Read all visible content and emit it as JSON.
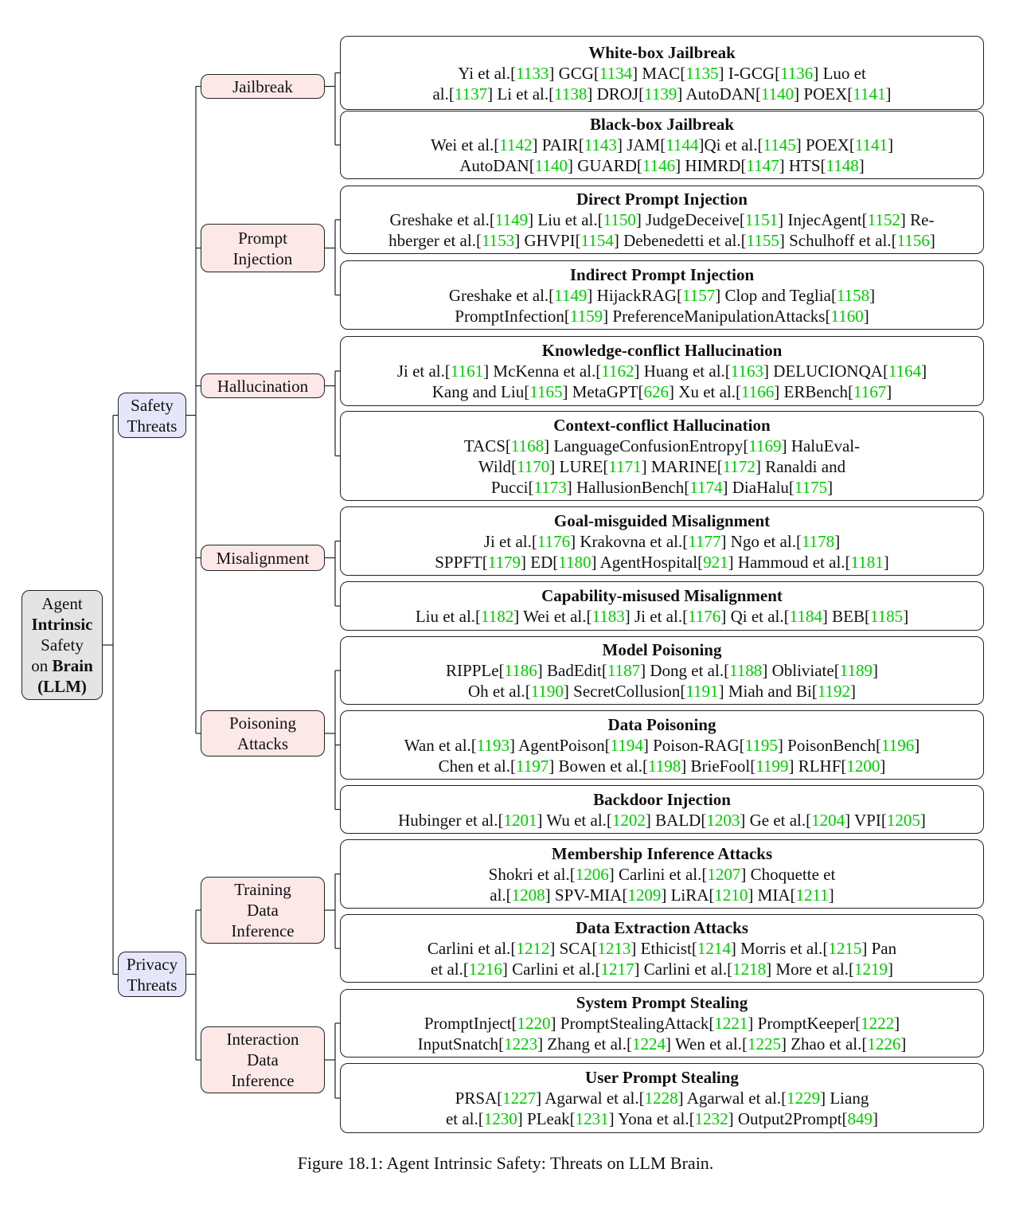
{
  "root": {
    "line1": "Agent",
    "line2": "Intrinsic",
    "line3": "Safety",
    "line4a": "on ",
    "line4b": "Brain",
    "line5": "(LLM)"
  },
  "categories": [
    {
      "label": [
        "Safety",
        "Threats"
      ]
    },
    {
      "label": [
        "Privacy",
        "Threats"
      ]
    }
  ],
  "subcategories": [
    {
      "label": [
        "Jailbreak"
      ]
    },
    {
      "label": [
        "Prompt",
        "Injection"
      ]
    },
    {
      "label": [
        "Hallucination"
      ]
    },
    {
      "label": [
        "Misalignment"
      ]
    },
    {
      "label": [
        "Poisoning",
        "Attacks"
      ]
    },
    {
      "label": [
        "Training",
        "Data",
        "Inference"
      ]
    },
    {
      "label": [
        "Interaction",
        "Data",
        "Inference"
      ]
    }
  ],
  "leaves": [
    {
      "title": "White-box Jailbreak",
      "lines": [
        [
          [
            "Yi et al.",
            "1133"
          ],
          [
            "GCG",
            "1134"
          ],
          [
            "MAC",
            "1135"
          ],
          [
            "I-GCG",
            "1136"
          ],
          [
            "Luo et",
            ""
          ]
        ],
        [
          [
            "al.",
            "1137"
          ],
          [
            "Li et al.",
            "1138"
          ],
          [
            "DROJ",
            "1139"
          ],
          [
            "AutoDAN",
            "1140"
          ],
          [
            "POEX",
            "1141"
          ]
        ]
      ]
    },
    {
      "title": "Black-box Jailbreak",
      "lines": [
        [
          [
            "Wei et al.",
            "1142"
          ],
          [
            "PAIR",
            "1143"
          ],
          [
            "JAM",
            "1144"
          ],
          [
            "Qi et al.",
            "1145"
          ],
          [
            "POEX",
            "1141"
          ]
        ],
        [
          [
            "AutoDAN",
            "1140"
          ],
          [
            "GUARD",
            "1146"
          ],
          [
            "HIMRD",
            "1147"
          ],
          [
            "HTS",
            "1148"
          ]
        ]
      ]
    },
    {
      "title": "Direct Prompt Injection",
      "lines": [
        [
          [
            "Greshake et al.",
            "1149"
          ],
          [
            "Liu et al.",
            "1150"
          ],
          [
            "JudgeDeceive",
            "1151"
          ],
          [
            "InjecAgent",
            "1152"
          ],
          [
            "Re-",
            ""
          ]
        ],
        [
          [
            "hberger et al.",
            "1153"
          ],
          [
            "GHVPI",
            "1154"
          ],
          [
            "Debenedetti et al.",
            "1155"
          ],
          [
            "Schulhoff et al.",
            "1156"
          ]
        ]
      ]
    },
    {
      "title": "Indirect Prompt Injection",
      "lines": [
        [
          [
            "Greshake et al.",
            "1149"
          ],
          [
            "HijackRAG",
            "1157"
          ],
          [
            "Clop and Teglia",
            "1158"
          ]
        ],
        [
          [
            "PromptInfection",
            "1159"
          ],
          [
            "PreferenceManipulationAttacks",
            "1160"
          ]
        ]
      ]
    },
    {
      "title": "Knowledge-conflict Hallucination",
      "lines": [
        [
          [
            "Ji et al.",
            "1161"
          ],
          [
            "McKenna et al.",
            "1162"
          ],
          [
            "Huang et al.",
            "1163"
          ],
          [
            "DELUCIONQA",
            "1164"
          ]
        ],
        [
          [
            "Kang and Liu",
            "1165"
          ],
          [
            "MetaGPT",
            "626"
          ],
          [
            "Xu et al.",
            "1166"
          ],
          [
            "ERBench",
            "1167"
          ]
        ]
      ]
    },
    {
      "title": "Context-conflict Hallucination",
      "lines": [
        [
          [
            "TACS",
            "1168"
          ],
          [
            "LanguageConfusionEntropy",
            "1169"
          ],
          [
            "HaluEval-",
            ""
          ]
        ],
        [
          [
            "Wild",
            "1170"
          ],
          [
            "LURE",
            "1171"
          ],
          [
            "MARINE",
            "1172"
          ],
          [
            "Ranaldi and",
            ""
          ]
        ],
        [
          [
            "Pucci",
            "1173"
          ],
          [
            "HallusionBench",
            "1174"
          ],
          [
            "DiaHalu",
            "1175"
          ]
        ]
      ]
    },
    {
      "title": "Goal-misguided Misalignment",
      "lines": [
        [
          [
            "Ji et al.",
            "1176"
          ],
          [
            "Krakovna et al.",
            "1177"
          ],
          [
            "Ngo et al.",
            "1178"
          ]
        ],
        [
          [
            "SPPFT",
            "1179"
          ],
          [
            "ED",
            "1180"
          ],
          [
            "AgentHospital",
            "921"
          ],
          [
            "Hammoud et al.",
            "1181"
          ]
        ]
      ]
    },
    {
      "title": "Capability-misused Misalignment",
      "lines": [
        [
          [
            "Liu et al.",
            "1182"
          ],
          [
            "Wei et al.",
            "1183"
          ],
          [
            "Ji et al.",
            "1176"
          ],
          [
            "Qi et al.",
            "1184"
          ],
          [
            "BEB",
            "1185"
          ]
        ]
      ]
    },
    {
      "title": "Model Poisoning",
      "lines": [
        [
          [
            "RIPPLe",
            "1186"
          ],
          [
            "BadEdit",
            "1187"
          ],
          [
            "Dong et al.",
            "1188"
          ],
          [
            "Obliviate",
            "1189"
          ]
        ],
        [
          [
            "Oh et al.",
            "1190"
          ],
          [
            "SecretCollusion",
            "1191"
          ],
          [
            "Miah and Bi",
            "1192"
          ]
        ]
      ]
    },
    {
      "title": "Data Poisoning",
      "lines": [
        [
          [
            "Wan et al.",
            "1193"
          ],
          [
            "AgentPoison",
            "1194"
          ],
          [
            "Poison-RAG",
            "1195"
          ],
          [
            "PoisonBench",
            "1196"
          ]
        ],
        [
          [
            "Chen et al.",
            "1197"
          ],
          [
            "Bowen et al.",
            "1198"
          ],
          [
            "BrieFool",
            "1199"
          ],
          [
            "RLHF",
            "1200"
          ]
        ]
      ]
    },
    {
      "title": "Backdoor Injection",
      "lines": [
        [
          [
            "Hubinger et al.",
            "1201"
          ],
          [
            "Wu et al.",
            "1202"
          ],
          [
            "BALD",
            "1203"
          ],
          [
            "Ge et al.",
            "1204"
          ],
          [
            "VPI",
            "1205"
          ]
        ]
      ]
    },
    {
      "title": "Membership Inference Attacks",
      "lines": [
        [
          [
            "Shokri et al.",
            "1206"
          ],
          [
            "Carlini et al.",
            "1207"
          ],
          [
            "Choquette et",
            ""
          ]
        ],
        [
          [
            "al.",
            "1208"
          ],
          [
            "SPV-MIA",
            "1209"
          ],
          [
            "LiRA",
            "1210"
          ],
          [
            "MIA",
            "1211"
          ]
        ]
      ]
    },
    {
      "title": "Data Extraction Attacks",
      "lines": [
        [
          [
            "Carlini et al.",
            "1212"
          ],
          [
            "SCA",
            "1213"
          ],
          [
            "Ethicist",
            "1214"
          ],
          [
            "Morris et al.",
            "1215"
          ],
          [
            "Pan",
            ""
          ]
        ],
        [
          [
            "et al.",
            "1216"
          ],
          [
            "Carlini et al.",
            "1217"
          ],
          [
            "Carlini et al.",
            "1218"
          ],
          [
            "More et al.",
            "1219"
          ]
        ]
      ]
    },
    {
      "title": "System Prompt Stealing",
      "lines": [
        [
          [
            "PromptInject",
            "1220"
          ],
          [
            "PromptStealingAttack",
            "1221"
          ],
          [
            "PromptKeeper",
            "1222"
          ]
        ],
        [
          [
            "InputSnatch",
            "1223"
          ],
          [
            "Zhang et al.",
            "1224"
          ],
          [
            "Wen et al.",
            "1225"
          ],
          [
            "Zhao et al.",
            "1226"
          ]
        ]
      ]
    },
    {
      "title": "User Prompt Stealing",
      "lines": [
        [
          [
            "PRSA",
            "1227"
          ],
          [
            "Agarwal et al.",
            "1228"
          ],
          [
            "Agarwal et al.",
            "1229"
          ],
          [
            "Liang",
            ""
          ]
        ],
        [
          [
            "et al.",
            "1230"
          ],
          [
            "PLeak",
            "1231"
          ],
          [
            "Yona et al.",
            "1232"
          ],
          [
            "Output2Prompt",
            "849"
          ]
        ]
      ]
    }
  ],
  "caption": "Figure 18.1: Agent Intrinsic Safety: Threats on LLM Brain.",
  "colors": {
    "root_fill": "#e4e4e4",
    "category_fill": "#e6e6fb",
    "subcategory_fill": "#fde8e8",
    "citation": "#00cc00"
  }
}
